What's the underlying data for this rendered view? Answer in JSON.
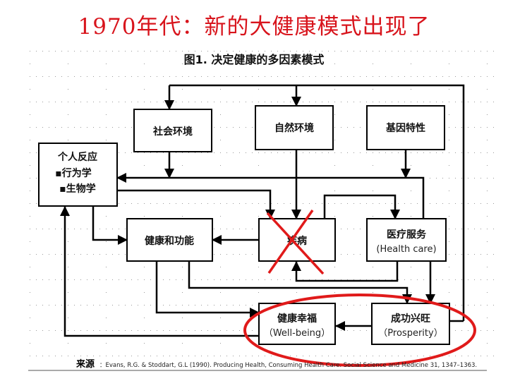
{
  "slide_title": "1970年代：新的大健康模式出现了",
  "figure_title": "图1. 决定健康的多因素模式",
  "boxes": {
    "social_env": "社会环境",
    "natural_env": "自然环境",
    "genetics": "基因特性",
    "individual": {
      "title": "个人反应",
      "item1": "▪行为学",
      "item2": "▪生物学"
    },
    "health_function": "健康和功能",
    "disease": "疾病",
    "health_care": {
      "title": "医疗服务",
      "sub": "(Health care)"
    },
    "wellbeing": {
      "title": "健康幸福",
      "sub": "（Well-being）"
    },
    "prosperity": {
      "title": "成功兴旺",
      "sub": "（Prosperity）"
    }
  },
  "source": {
    "label": "来源",
    "citation": "：Evans, R.G. & Stoddart, G.L (1990). Producing Health, Consuming Health Care. Social Science and Medicine 31, 1347–1363."
  },
  "colors": {
    "accent": "#d8141c"
  }
}
